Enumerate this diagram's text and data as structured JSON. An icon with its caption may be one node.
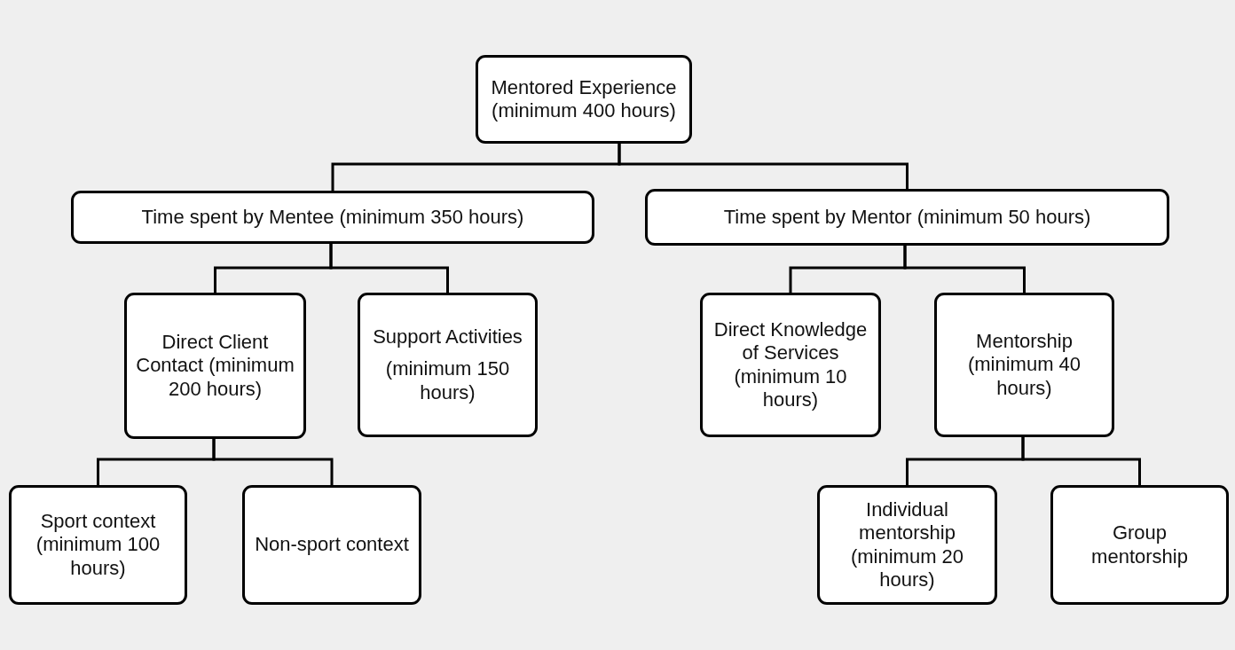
{
  "diagram": {
    "nodes": [
      {
        "text": [
          "Mentored Experience (minimum 400 hours)"
        ]
      },
      {
        "text": [
          "Time spent by Mentee (minimum 350 hours)"
        ]
      },
      {
        "text": [
          "Time spent by Mentor (minimum 50 hours)"
        ]
      },
      {
        "text": [
          "Direct Client Contact (minimum 200 hours)"
        ]
      },
      {
        "text": [
          "Support Activities",
          "(minimum 150 hours)"
        ]
      },
      {
        "text": [
          "Direct Knowledge of Services (minimum 10 hours)"
        ]
      },
      {
        "text": [
          "Mentorship (minimum 40 hours)"
        ]
      },
      {
        "text": [
          "Sport context (minimum 100 hours)"
        ]
      },
      {
        "text": [
          "Non-sport context"
        ]
      },
      {
        "text": [
          "Individual mentorship (minimum 20 hours)"
        ]
      },
      {
        "text": [
          "Group mentorship"
        ]
      }
    ],
    "edges": [
      {
        "from": 0,
        "to": 1,
        "arrow": "none"
      },
      {
        "from": 0,
        "to": 2,
        "arrow": "none"
      },
      {
        "from": 1,
        "to": 3,
        "arrow": "none"
      },
      {
        "from": 1,
        "to": 4,
        "arrow": "none"
      },
      {
        "from": 2,
        "to": 5,
        "arrow": "none"
      },
      {
        "from": 2,
        "to": 6,
        "arrow": "none"
      },
      {
        "from": 3,
        "to": 7,
        "arrow": "none"
      },
      {
        "from": 3,
        "to": 8,
        "arrow": "none"
      },
      {
        "from": 6,
        "to": 9,
        "arrow": "none"
      },
      {
        "from": 6,
        "to": 10,
        "arrow": "none"
      }
    ]
  }
}
